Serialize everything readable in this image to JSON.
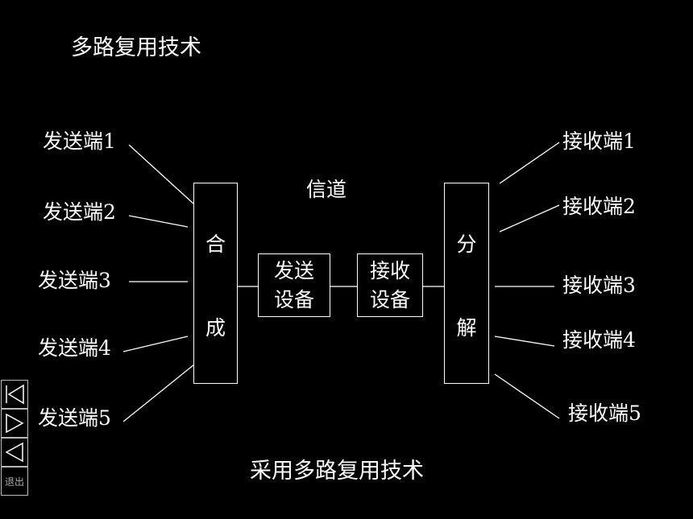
{
  "title": "多路复用技术",
  "channel_label": "信道",
  "caption": "采用多路复用技术",
  "senders": [
    "发送端1",
    "发送端2",
    "发送端3",
    "发送端4",
    "发送端5"
  ],
  "receivers": [
    "接收端1",
    "接收端2",
    "接收端3",
    "接收端4",
    "接收端5"
  ],
  "combine_box": {
    "char1": "合",
    "char2": "成"
  },
  "split_box": {
    "char1": "分",
    "char2": "解"
  },
  "send_device": {
    "line1": "发送",
    "line2": "设备"
  },
  "recv_device": {
    "line1": "接收",
    "line2": "设备"
  },
  "nav": {
    "first_icon": "skip-to-first-icon",
    "next_icon": "play-next-icon",
    "prev_icon": "play-previous-icon",
    "exit_label": "退出"
  }
}
